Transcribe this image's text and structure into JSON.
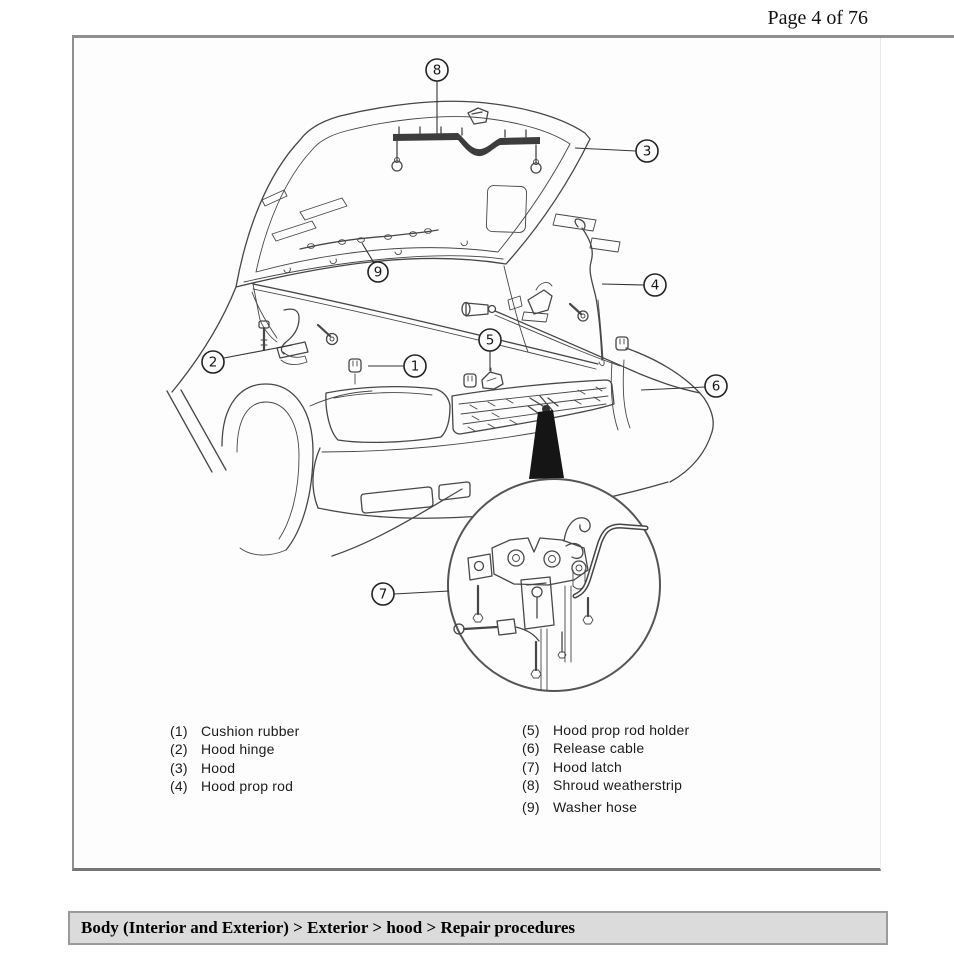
{
  "page": {
    "header": "Page 4 of 76"
  },
  "diagram": {
    "callouts": {
      "c1": "1",
      "c2": "2",
      "c3": "3",
      "c4": "4",
      "c5": "5",
      "c6": "6",
      "c7": "7",
      "c8": "8",
      "c9": "9"
    }
  },
  "legend": {
    "left": [
      {
        "num": "(1)",
        "label": "Cushion rubber"
      },
      {
        "num": "(2)",
        "label": "Hood hinge"
      },
      {
        "num": "(3)",
        "label": "Hood"
      },
      {
        "num": "(4)",
        "label": "Hood prop rod"
      }
    ],
    "right": [
      {
        "num": "(5)",
        "label": "Hood prop rod holder"
      },
      {
        "num": "(6)",
        "label": "Release cable"
      },
      {
        "num": "(7)",
        "label": "Hood latch"
      },
      {
        "num": "(8)",
        "label": "Shroud weatherstrip"
      },
      {
        "num": "(9)",
        "label": "Washer hose"
      }
    ]
  },
  "breadcrumb": {
    "text": "Body (Interior and Exterior) > Exterior > hood > Repair procedures"
  }
}
